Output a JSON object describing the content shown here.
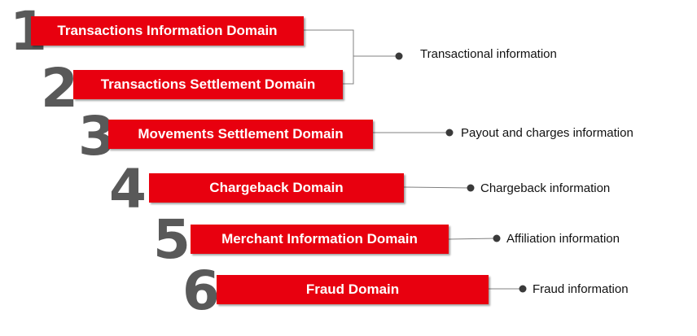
{
  "domains": [
    {
      "number": "1",
      "name": "Transactions Information Domain"
    },
    {
      "number": "2",
      "name": "Transactions Settlement Domain"
    },
    {
      "number": "3",
      "name": "Movements Settlement Domain"
    },
    {
      "number": "4",
      "name": "Chargeback Domain"
    },
    {
      "number": "5",
      "name": "Merchant Information Domain"
    },
    {
      "number": "6",
      "name": "Fraud Domain"
    }
  ],
  "outputs": [
    "Transactional information",
    "Payout and charges information",
    "Chargeback information",
    "Affiliation information",
    "Fraud information"
  ],
  "colors": {
    "bar": "#e8000f",
    "number": "#595959",
    "connector": "#808080",
    "dot": "#3a3a3a"
  }
}
